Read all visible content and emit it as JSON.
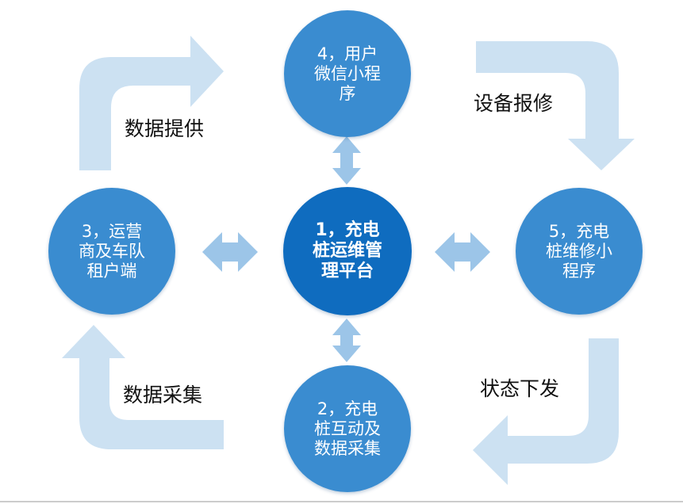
{
  "nodes": {
    "center": "1，充电桩运维管理平台",
    "interact": "2，充电桩互动及数据采集",
    "operator": "3，运营商及车队租户端",
    "user_app": "4，用户微信小程序",
    "repair_app": "5，充电桩维修小程序"
  },
  "flows": {
    "data_provide": "数据提供",
    "device_repair": "设备报修",
    "status_dispatch": "状态下发",
    "data_collect": "数据采集"
  },
  "colors": {
    "node": "#3a8cd0",
    "center_node": "#0f6cbf",
    "big_arrow": "#cce1f2",
    "double_arrow": "#9cc5e8"
  }
}
